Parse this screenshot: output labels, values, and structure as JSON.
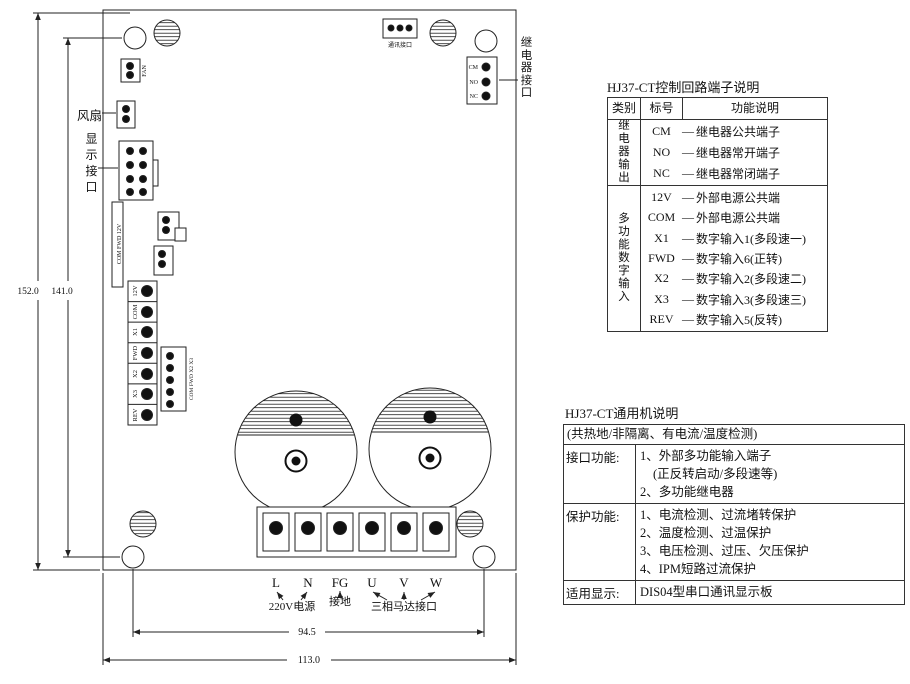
{
  "drawing": {
    "outside_labels": {
      "fan": "风扇",
      "display_port": "显示接口",
      "relay_port": "继电器接口"
    },
    "relay_pins": [
      "CM",
      "NO",
      "NC"
    ],
    "strip_pins": [
      "12V",
      "COM",
      "X1",
      "FWD",
      "X2",
      "X3",
      "REV"
    ],
    "tiny_labels": {
      "comm_port": "通讯接口",
      "fan_pin": "FAN",
      "silk": "COM FWD 12V",
      "aux": "COM FWD X2 X3"
    },
    "terminals": [
      "L",
      "N",
      "FG",
      "U",
      "V",
      "W"
    ],
    "bottom_labels": {
      "power": "220V电源",
      "ground": "接地",
      "motor": "三相马达接口"
    },
    "dimensions": {
      "outer_height": "152.0",
      "inner_height": "141.0",
      "inner_width": "94.5",
      "outer_width": "113.0"
    }
  },
  "table1": {
    "title": "HJ37-CT控制回路端子说明",
    "headers": [
      "类别",
      "标号",
      "功能说明"
    ],
    "dash": "—",
    "groups": [
      {
        "category": "继电器输出",
        "rows": [
          {
            "tag": "CM",
            "desc": "继电器公共端子"
          },
          {
            "tag": "NO",
            "desc": "继电器常开端子"
          },
          {
            "tag": "NC",
            "desc": "继电器常闭端子"
          }
        ]
      },
      {
        "category": "多功能数字输入",
        "rows": [
          {
            "tag": "12V",
            "desc": "外部电源公共端"
          },
          {
            "tag": "COM",
            "desc": "外部电源公共端"
          },
          {
            "tag": "X1",
            "desc": "数字输入1(多段速一)"
          },
          {
            "tag": "FWD",
            "desc": "数字输入6(正转)"
          },
          {
            "tag": "X2",
            "desc": "数字输入2(多段速二)"
          },
          {
            "tag": "X3",
            "desc": "数字输入3(多段速三)"
          },
          {
            "tag": "REV",
            "desc": "数字输入5(反转)"
          }
        ]
      }
    ]
  },
  "table2": {
    "title": "HJ37-CT通用机说明",
    "note": "(共热地/非隔离、有电流/温度检测)",
    "rows": [
      {
        "label": "接口功能:",
        "lines": [
          "1、外部多功能输入端子",
          "(正反转启动/多段速等)",
          "2、多功能继电器"
        ]
      },
      {
        "label": "保护功能:",
        "lines": [
          "1、电流检测、过流堵转保护",
          "2、温度检测、过温保护",
          "3、电压检测、过压、欠压保护",
          "4、IPM短路过流保护"
        ]
      },
      {
        "label": "适用显示:",
        "lines": [
          "DIS04型串口通讯显示板"
        ]
      }
    ]
  }
}
